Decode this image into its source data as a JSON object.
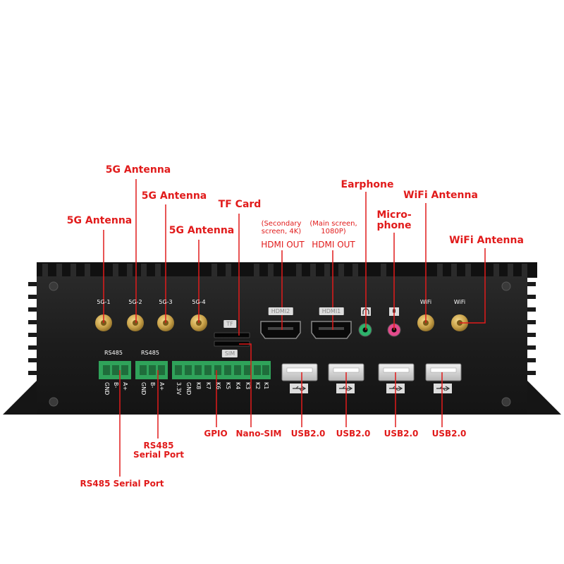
{
  "callouts": {
    "antenna_5g_2": "5G Antenna",
    "antenna_5g_3": "5G Antenna",
    "antenna_5g_1": "5G Antenna",
    "antenna_5g_4": "5G Antenna",
    "tf_card": "TF Card",
    "hdmi2_note": "(Secondary\nscreen, 4K)",
    "hdmi2_label": "HDMI OUT",
    "hdmi1_note": "(Main screen,\n1080P)",
    "hdmi1_label": "HDMI OUT",
    "earphone": "Earphone",
    "microphone": "Micro-\nphone",
    "wifi_antenna_1": "WiFi Antenna",
    "wifi_antenna_2": "WiFi Antenna",
    "gpio": "GPIO",
    "nano_sim": "Nano-SIM",
    "usb_1": "USB2.0",
    "usb_2": "USB2.0",
    "usb_3": "USB2.0",
    "usb_4": "USB2.0",
    "rs485_port_upper": "RS485\nSerial Port",
    "rs485_port_lower": "RS485 Serial Port"
  },
  "silkscreen": {
    "sma": [
      "5G-1",
      "5G-2",
      "5G-3",
      "5G-4"
    ],
    "wifi": [
      "WiFi",
      "WiFi"
    ],
    "tf": "TF",
    "sim": "SIM",
    "hdmi2": "HDMI2",
    "hdmi1": "HDMI1",
    "rs485_a": "RS485",
    "rs485_b": "RS485",
    "rs485_pins_a": [
      "GND",
      "B-",
      "A+"
    ],
    "rs485_pins_b": [
      "GND",
      "B-",
      "A+"
    ],
    "gpio_pins": [
      "3.3V",
      "GND",
      "K8",
      "K7",
      "K6",
      "K5",
      "K4",
      "K3",
      "K2",
      "K1"
    ]
  },
  "colors": {
    "callout": "#e11b1b",
    "chassis": "#1c1c1c",
    "terminal": "#2fa35a",
    "gold": "#c9a24a"
  }
}
